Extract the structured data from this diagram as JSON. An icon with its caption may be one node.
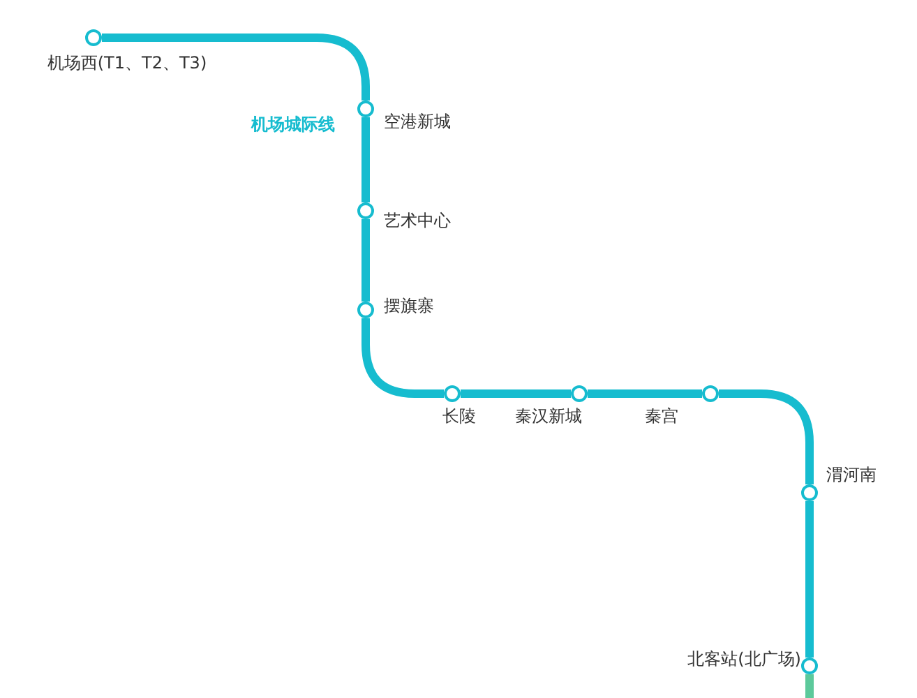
{
  "diagram": {
    "nodes": [
      {
        "text": [],
        "shape": "circle",
        "beside": [
          "机场西(T1、T2、T3)"
        ]
      },
      {
        "text": [],
        "shape": "circle",
        "beside": [
          "空港新城"
        ]
      },
      {
        "text": [],
        "shape": "circle",
        "beside": [
          "艺术中心"
        ]
      },
      {
        "text": [],
        "shape": "circle",
        "beside": [
          "摆旗寨"
        ]
      },
      {
        "text": [],
        "shape": "circle",
        "beside": [
          "长陵"
        ]
      },
      {
        "text": [],
        "shape": "circle",
        "beside": [
          "秦汉新城"
        ]
      },
      {
        "text": [],
        "shape": "circle",
        "beside": [
          "秦宫"
        ]
      },
      {
        "text": [],
        "shape": "circle",
        "beside": [
          "渭河南"
        ]
      },
      {
        "text": [],
        "shape": "circle",
        "beside": [
          "北客站(北广场)"
        ]
      }
    ],
    "edges": [
      {
        "from": 0,
        "to": 1,
        "arrow": "none"
      },
      {
        "from": 1,
        "to": 2,
        "arrow": "none"
      },
      {
        "from": 2,
        "to": 3,
        "arrow": "none"
      },
      {
        "from": 3,
        "to": 4,
        "arrow": "none"
      },
      {
        "from": 4,
        "to": 5,
        "arrow": "none"
      },
      {
        "from": 5,
        "to": 6,
        "arrow": "none"
      },
      {
        "from": 6,
        "to": 7,
        "arrow": "none"
      },
      {
        "from": 7,
        "to": 8,
        "arrow": "none"
      },
      {
        "from": 8,
        "to": null,
        "arrow": "none",
        "color": "#5cc99b"
      }
    ],
    "labels": [
      "机场城际线"
    ]
  }
}
